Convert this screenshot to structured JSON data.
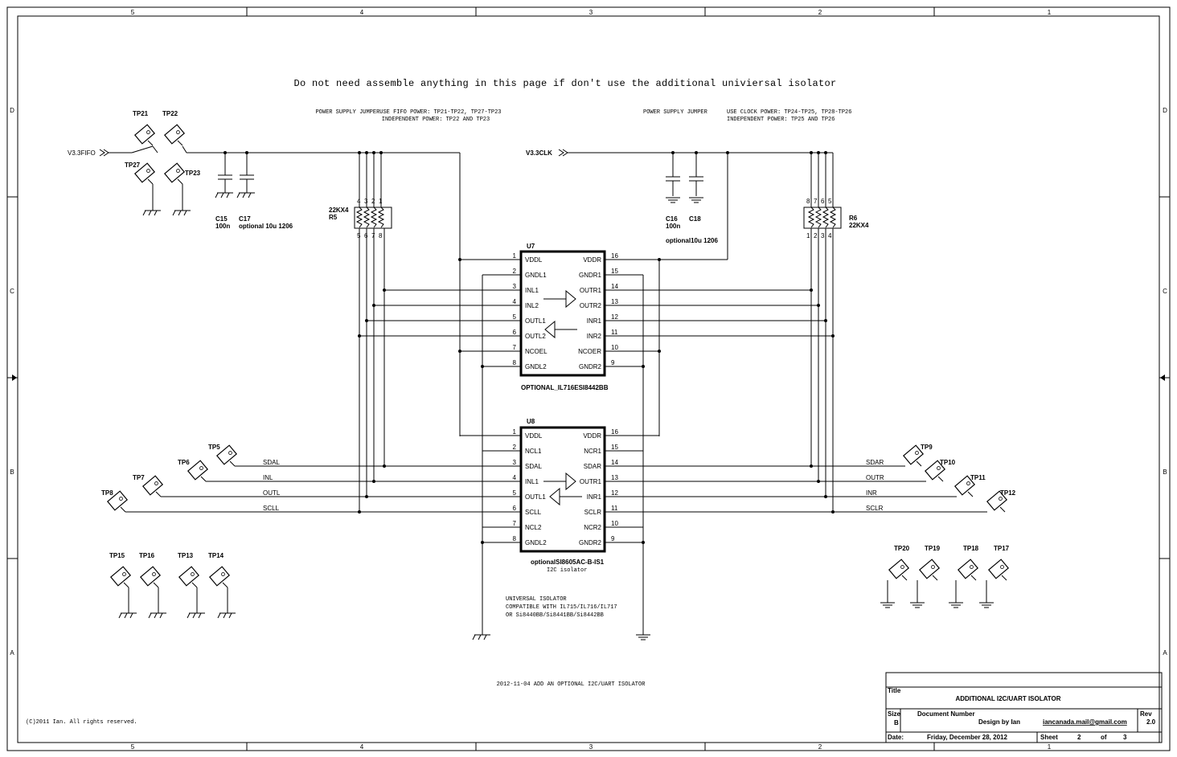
{
  "border": {
    "col_labels": [
      "5",
      "4",
      "3",
      "2",
      "1"
    ],
    "row_labels": [
      "D",
      "C",
      "B",
      "A"
    ]
  },
  "notes": {
    "main": "Do not need assemble anything in this page if don't use the additional univiersal isolator",
    "fifo_power_1": "POWER SUPPLY JUMPERUSE FIFO POWER: TP21-TP22, TP27-TP23",
    "fifo_power_2": "INDEPENDENT POWER: TP22 AND TP23",
    "clk_jumper": "POWER SUPPLY JUMPER",
    "clk_power_1": "USE CLOCK POWER: TP24-TP25, TP28-TP26",
    "clk_power_2": "INDEPENDENT POWER: TP25 AND TP26",
    "universal_1": "UNIVERSAL ISOLATOR",
    "universal_2": "COMPATIBLE WITH IL715/IL716/IL717",
    "universal_3": "OR Si8440BB/Si8441BB/Si8442BB",
    "revision_note": "2012-11-04 ADD AN OPTIONAL I2C/UART ISOLATOR",
    "copyright": "(C)2011 Ian.  All rights reserved."
  },
  "nets": {
    "v33fifo": "V3.3FIFO",
    "v33clk": "V3.3CLK",
    "sdal": "SDAL",
    "inl": "INL",
    "outl": "OUTL",
    "scll": "SCLL",
    "sdar": "SDAR",
    "outr": "OUTR",
    "inr": "INR",
    "sclr": "SCLR"
  },
  "test_points": {
    "tp21": "TP21",
    "tp22": "TP22",
    "tp27": "TP27",
    "tp23": "TP23",
    "tp5": "TP5",
    "tp6": "TP6",
    "tp7": "TP7",
    "tp8": "TP8",
    "tp9": "TP9",
    "tp10": "TP10",
    "tp11": "TP11",
    "tp12": "TP12",
    "tp15": "TP15",
    "tp16": "TP16",
    "tp13": "TP13",
    "tp14": "TP14",
    "tp20": "TP20",
    "tp19": "TP19",
    "tp18": "TP18",
    "tp17": "TP17"
  },
  "caps": {
    "c15_ref": "C15",
    "c15_val": "100n",
    "c17_ref": "C17",
    "c17_val": "optional 10u 1206",
    "c16_ref": "C16",
    "c16_val": "100n",
    "c18_ref": "C18",
    "c18_val": "optional10u 1206"
  },
  "resistors": {
    "r5_ref": "R5",
    "r5_val": "22KX4",
    "r5_top_pins": [
      "4",
      "3",
      "2",
      "1"
    ],
    "r5_bot_pins": [
      "5",
      "6",
      "7",
      "8"
    ],
    "r6_ref": "R6",
    "r6_val": "22KX4",
    "r6_top_pins": [
      "8",
      "7",
      "6",
      "5"
    ],
    "r6_bot_pins": [
      "1",
      "2",
      "3",
      "4"
    ]
  },
  "u7": {
    "ref": "U7",
    "value": "OPTIONAL_IL716ESI8442BB",
    "left_pins": [
      {
        "num": "1",
        "name": "VDDL"
      },
      {
        "num": "2",
        "name": "GNDL1"
      },
      {
        "num": "3",
        "name": "INL1"
      },
      {
        "num": "4",
        "name": "INL2"
      },
      {
        "num": "5",
        "name": "OUTL1"
      },
      {
        "num": "6",
        "name": "OUTL2"
      },
      {
        "num": "7",
        "name": "NCOEL"
      },
      {
        "num": "8",
        "name": "GNDL2"
      }
    ],
    "right_pins": [
      {
        "num": "16",
        "name": "VDDR"
      },
      {
        "num": "15",
        "name": "GNDR1"
      },
      {
        "num": "14",
        "name": "OUTR1"
      },
      {
        "num": "13",
        "name": "OUTR2"
      },
      {
        "num": "12",
        "name": "INR1"
      },
      {
        "num": "11",
        "name": "INR2"
      },
      {
        "num": "10",
        "name": "NCOER"
      },
      {
        "num": "9",
        "name": "GNDR2"
      }
    ]
  },
  "u8": {
    "ref": "U8",
    "value": "optionalSI8605AC-B-IS1",
    "desc": "I2C isolator",
    "left_pins": [
      {
        "num": "1",
        "name": "VDDL"
      },
      {
        "num": "2",
        "name": "NCL1"
      },
      {
        "num": "3",
        "name": "SDAL"
      },
      {
        "num": "4",
        "name": "INL1"
      },
      {
        "num": "5",
        "name": "OUTL1"
      },
      {
        "num": "6",
        "name": "SCLL"
      },
      {
        "num": "7",
        "name": "NCL2"
      },
      {
        "num": "8",
        "name": "GNDL2"
      }
    ],
    "right_pins": [
      {
        "num": "16",
        "name": "VDDR"
      },
      {
        "num": "15",
        "name": "NCR1"
      },
      {
        "num": "14",
        "name": "SDAR"
      },
      {
        "num": "13",
        "name": "OUTR1"
      },
      {
        "num": "12",
        "name": "INR1"
      },
      {
        "num": "11",
        "name": "SCLR"
      },
      {
        "num": "10",
        "name": "NCR2"
      },
      {
        "num": "9",
        "name": "GNDR2"
      }
    ]
  },
  "title_block": {
    "title_label": "Title",
    "title": "ADDITIONAL I2C/UART ISOLATOR",
    "size_label": "Size",
    "size": "B",
    "docnum_label": "Document Number",
    "design_by": "Design by Ian",
    "email": "iancanada.mail@gmail.com",
    "rev_label": "Rev",
    "rev": "2.0",
    "date_label": "Date:",
    "date": "Friday, December 28, 2012",
    "sheet_label": "Sheet",
    "sheet": "2",
    "of_label": "of",
    "sheets": "3"
  }
}
